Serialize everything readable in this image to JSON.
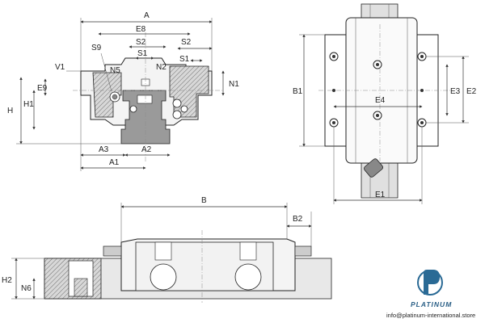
{
  "labels": {
    "A": "A",
    "E8": "E8",
    "S9": "S9",
    "S2_a": "S2",
    "S2_b": "S2",
    "S1_a": "S1",
    "S1_b": "S1",
    "V1": "V1",
    "N5": "N5",
    "N2": "N2",
    "N1": "N1",
    "E9": "E9",
    "H": "H",
    "H1": "H1",
    "A3": "A3",
    "A2": "A2",
    "A1": "A1",
    "B1": "B1",
    "E4": "E4",
    "E3": "E3",
    "E2": "E2",
    "E1": "E1",
    "B": "B",
    "B2": "B2",
    "H2": "H2",
    "N6": "N6"
  },
  "brand": {
    "name": "PLATINUM",
    "email": "info@platinum-international.store",
    "color": "#2a6a95"
  }
}
